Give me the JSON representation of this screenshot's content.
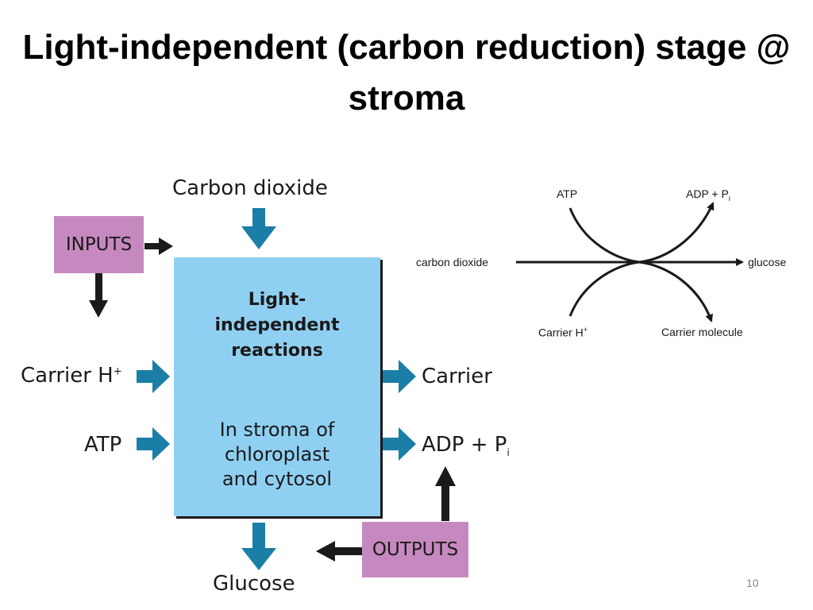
{
  "slide": {
    "title": "Light-independent (carbon reduction) stage @ stroma",
    "page_number": "10"
  },
  "left_diagram": {
    "inputs_label": "INPUTS",
    "outputs_label": "OUTPUTS",
    "box_title": "Light-\nindependent\nreactions",
    "box_subtitle": "In stroma of\nchloroplast\nand cytosol",
    "carbon_dioxide": "Carbon dioxide",
    "glucose": "Glucose",
    "carrier_h_in": "Carrier H",
    "carrier_h_sup": "+",
    "atp_in": "ATP",
    "carrier_out": "Carrier",
    "adp_out": "ADP + P",
    "adp_sub": "i",
    "colors": {
      "box": "#8fd0f2",
      "tag": "#c689bf",
      "arrow": "#1a7ea6"
    }
  },
  "right_diagram": {
    "atp": "ATP",
    "adp": "ADP + P",
    "adp_sub": "i",
    "carbon_dioxide": "carbon dioxide",
    "glucose": "glucose",
    "carrier_h": "Carrier H",
    "carrier_h_sup": "+",
    "carrier_molecule": "Carrier molecule"
  }
}
